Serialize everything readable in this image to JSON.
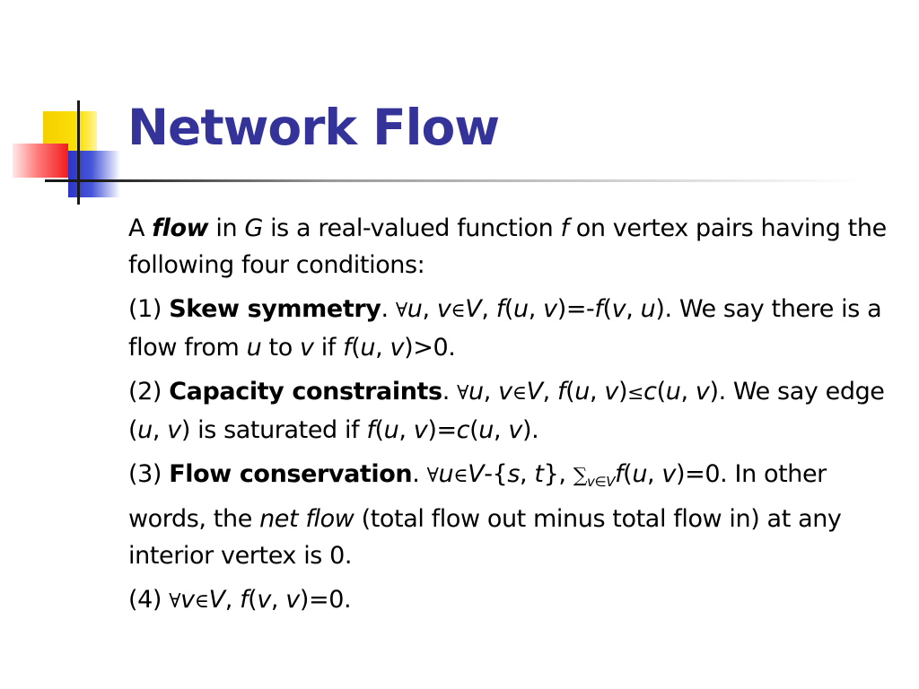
{
  "slide": {
    "title": "Network Flow"
  },
  "intro": {
    "t1": "A ",
    "flow": "flow",
    "t2": " in ",
    "G": "G",
    "t3": " is a real-valued function ",
    "f": "f",
    "t4": " on vertex pairs having the following four conditions:"
  },
  "c1": {
    "num": "(1) ",
    "name": "Skew symmetry",
    "dot": ". ",
    "forall": "∀",
    "u1": "u",
    "comma1": ", ",
    "v1": "v",
    "in": "∈",
    "V": "V",
    "comma2": ", ",
    "f1": "f",
    "p1": "(",
    "u2": "u",
    "comma3": ", ",
    "v2": "v",
    "p2": ")=-",
    "f2": "f",
    "p3": "(",
    "v3": "v",
    "comma4": ", ",
    "u3": "u",
    "p4": "). We say there is a flow from ",
    "u4": "u",
    "t_to": " to ",
    "v4": "v",
    "t_if": " if ",
    "f3": "f",
    "p5": "(",
    "u5": "u",
    "comma5": ", ",
    "v5": "v",
    "end": ")>0."
  },
  "c2": {
    "num": "(2) ",
    "name": "Capacity constraints",
    "dot": ". ",
    "forall": "∀",
    "u1": "u",
    "comma1": ", ",
    "v1": "v",
    "in": "∈",
    "V": "V",
    "comma2": ", ",
    "f1": "f",
    "p1": "(",
    "u2": "u",
    "comma3": ", ",
    "v2": "v",
    "p2": ")",
    "le": "≤",
    "c1": "c",
    "p3": "(",
    "u3": "u",
    "comma4": ", ",
    "v3": "v",
    "p4": "). We say edge (",
    "u4": "u",
    "comma5": ", ",
    "v4": "v",
    "t_sat": ") is saturated if ",
    "f2": "f",
    "p5": "(",
    "u5": "u",
    "comma6": ", ",
    "v5": "v",
    "p6": ")=",
    "c2": "c",
    "p7": "(",
    "u6": "u",
    "comma7": ", ",
    "v6": "v",
    "end": ")."
  },
  "c3": {
    "num": "(3) ",
    "name": "Flow conservation",
    "dot": ". ",
    "forall": "∀",
    "u1": "u",
    "in": "∈",
    "V": "V",
    "minus": "-{",
    "s": "s",
    "comma1": ", ",
    "t": "t",
    "brace": "}, ",
    "sum": "∑",
    "sub": "v∈V",
    "f1": "f",
    "p1": "(",
    "u2": "u",
    "comma2": ", ",
    "v2": "v",
    "p2": ")=0. In other words, the ",
    "netflow": "net flow",
    "end": " (total flow out minus total flow in) at any interior vertex is 0."
  },
  "c4": {
    "num": "(4) ",
    "forall": "∀",
    "v1": "v",
    "in": "∈",
    "V": "V",
    "comma1": ", ",
    "f1": "f",
    "p1": "(",
    "v2": "v",
    "comma2": ", ",
    "v3": "v",
    "end": ")=0."
  }
}
